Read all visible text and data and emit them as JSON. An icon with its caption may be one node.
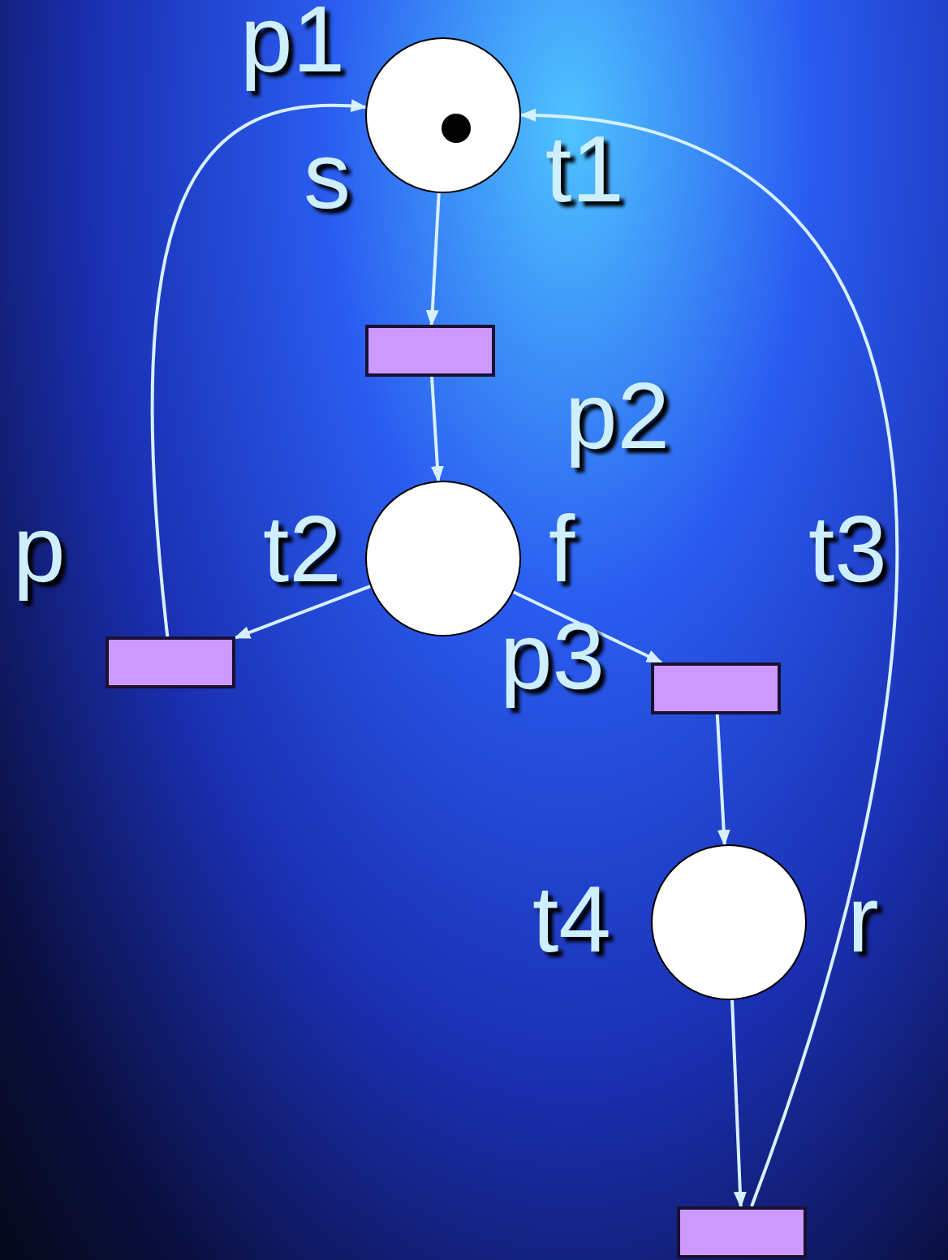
{
  "diagram": {
    "nodes": [
      {
        "text": [],
        "shape": "circle"
      },
      {
        "text": [],
        "shape": "box"
      },
      {
        "text": [],
        "shape": "circle"
      },
      {
        "text": [],
        "shape": "box"
      },
      {
        "text": [],
        "shape": "box"
      },
      {
        "text": [],
        "shape": "circle"
      },
      {
        "text": [],
        "shape": "box"
      }
    ],
    "edges": [
      {
        "from": 0,
        "to": 1,
        "arrow": "to"
      },
      {
        "from": 1,
        "to": 2,
        "arrow": "to"
      },
      {
        "from": 2,
        "to": 3,
        "arrow": "to"
      },
      {
        "from": 2,
        "to": 4,
        "arrow": "to"
      },
      {
        "from": 3,
        "to": 0,
        "arrow": "to"
      },
      {
        "from": 4,
        "to": 5,
        "arrow": "to"
      },
      {
        "from": 5,
        "to": 6,
        "arrow": "to"
      },
      {
        "from": 6,
        "to": 0,
        "arrow": "to"
      }
    ],
    "labels": [
      "p1",
      "s",
      "t1",
      "p2",
      "p",
      "t2",
      "f",
      "t3",
      "p3",
      "t4",
      "r"
    ]
  }
}
